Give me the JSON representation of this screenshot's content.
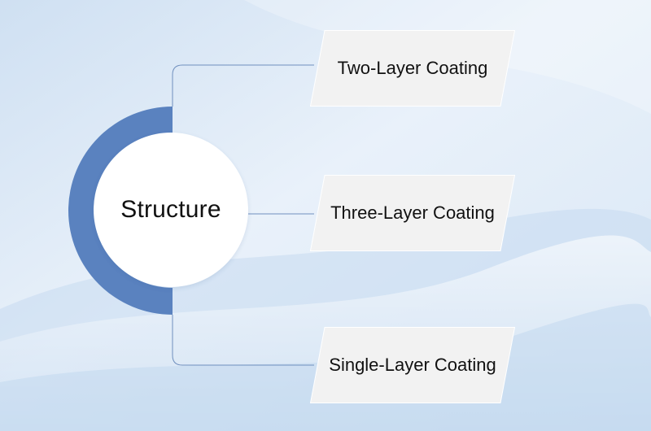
{
  "diagram": {
    "center_label": "Structure",
    "nodes": [
      {
        "label": "Two-Layer Coating"
      },
      {
        "label": "Three-Layer Coating"
      },
      {
        "label": "Single-Layer Coating"
      }
    ]
  },
  "colors": {
    "ring": "#5a82bf",
    "connector": "#6f8fbe",
    "box_fill": "#f2f2f2",
    "background": "#dde9f6"
  }
}
